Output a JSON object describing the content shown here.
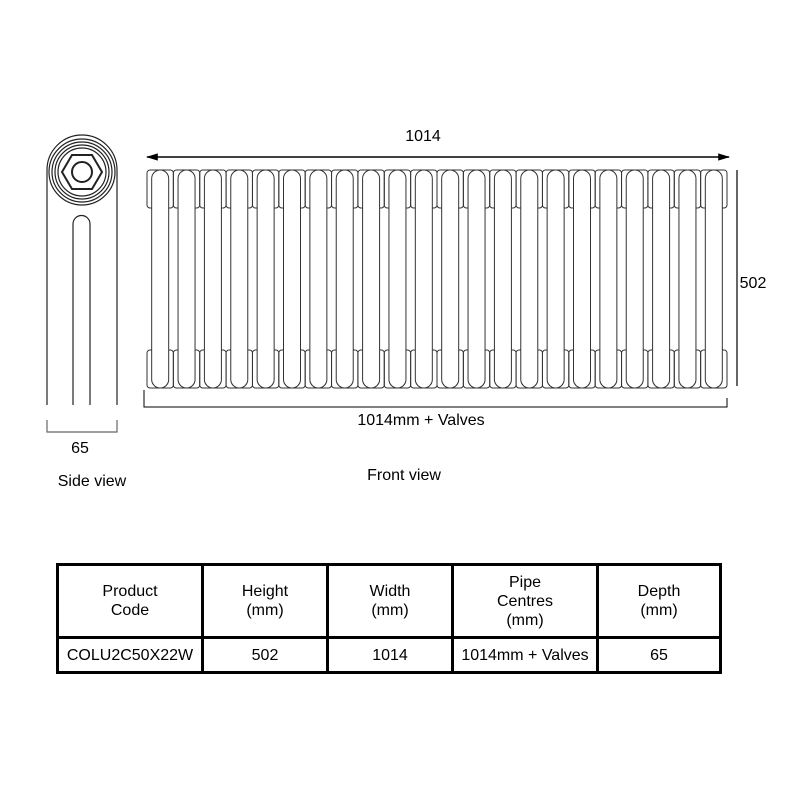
{
  "drawing": {
    "side_view_label": "Side view",
    "front_view_label": "Front view",
    "depth_dimension": "65",
    "width_dimension": "1014",
    "height_dimension": "502",
    "pipe_centres_dimension": "1014mm + Valves",
    "section_count": 22
  },
  "table": {
    "headers": [
      [
        "Product",
        "Code"
      ],
      [
        "Height",
        "(mm)"
      ],
      [
        "Width",
        "(mm)"
      ],
      [
        "Pipe",
        "Centres",
        "(mm)"
      ],
      [
        "Depth",
        "(mm)"
      ]
    ],
    "row": [
      "COLU2C50X22W",
      "502",
      "1014",
      "1014mm + Valves",
      "65"
    ]
  }
}
